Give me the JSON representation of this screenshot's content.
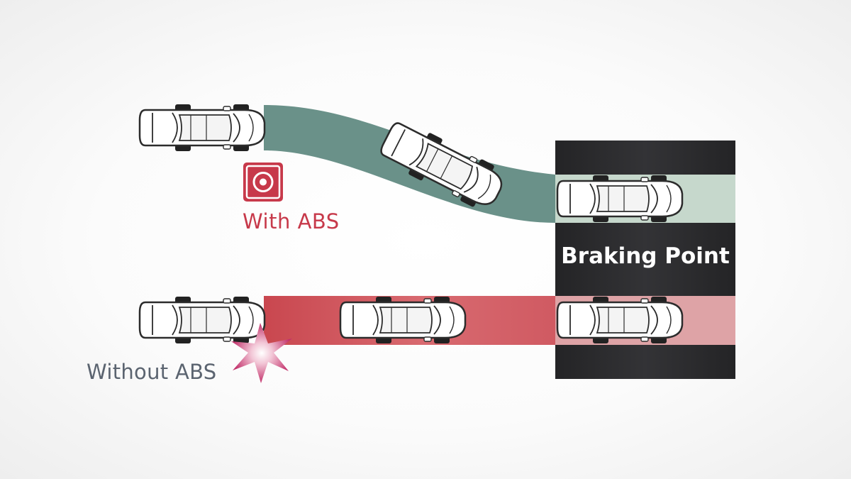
{
  "labels": {
    "with_abs": "With ABS",
    "without_abs": "Without ABS",
    "braking_point": "Braking Point"
  },
  "colors": {
    "abs_path": "#6a9189",
    "abs_path_light": "#c6d8cc",
    "no_abs_path": "#d0525c",
    "no_abs_path_light": "#dea3a6",
    "abs_text": "#c7394a",
    "no_abs_text": "#5b6470",
    "braking_zone": "#2b2b2d"
  },
  "icons": {
    "abs": "abs-brake-disc-icon",
    "impact": "collision-burst-icon",
    "vehicle": "car-top-view-icon"
  }
}
